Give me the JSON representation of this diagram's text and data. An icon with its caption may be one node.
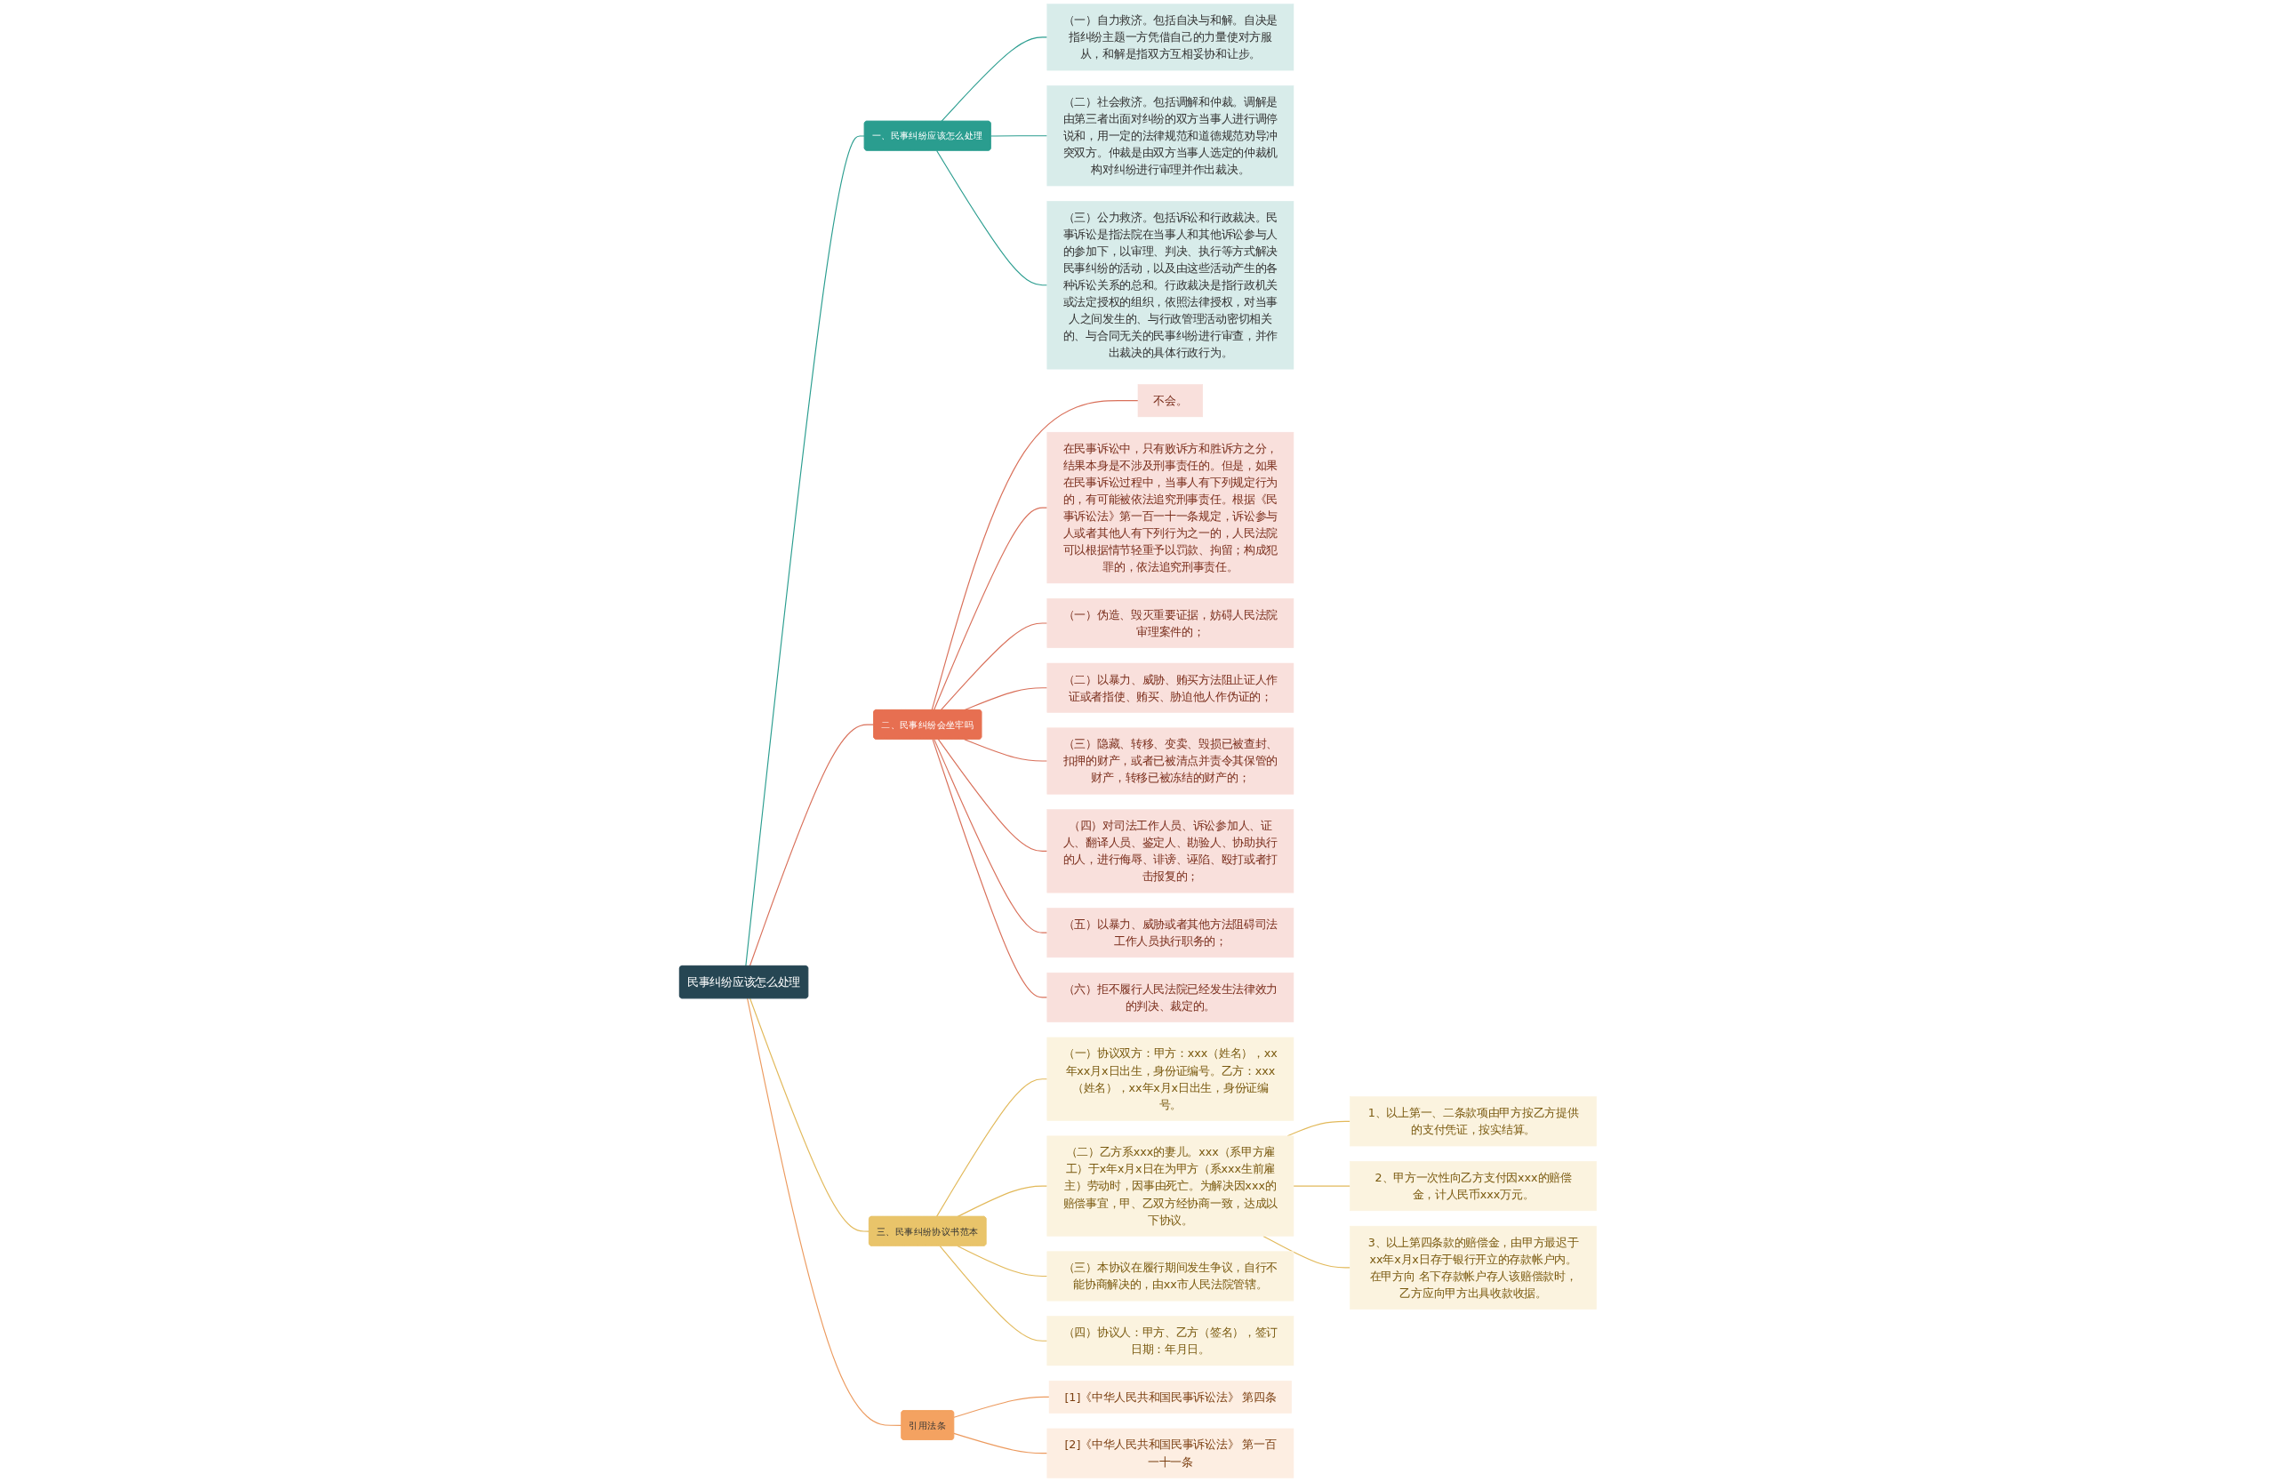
{
  "diagram": {
    "nodes": [
      {
        "text": [
          "民事纠纷应该怎么处理"
        ]
      },
      {
        "text": [
          "一、民事纠纷应该怎么处理"
        ]
      },
      {
        "text": [
          "（一）自力救济。包括自决与和解。自决是指纠纷主题一方凭借自己的力量使对方服从，和解是指双方互相妥协和让步。"
        ]
      },
      {
        "text": [
          "（二）社会救济。包括调解和仲裁。调解是由第三者出面对纠纷的双方当事人进行调停说和，用一定的法律规范和道德规范劝导冲突双方。仲裁是由双方当事人选定的仲裁机构对纠纷进行审理并作出裁决。"
        ]
      },
      {
        "text": [
          "（三）公力救济。包括诉讼和行政裁决。民事诉讼是指法院在当事人和其他诉讼参与人的参加下，以审理、判决、执行等方式解决民事纠纷的活动，以及由这些活动产生的各种诉讼关系的总和。行政裁决是指行政机关或法定授权的组织，依照法律授权，对当事人之间发生的、与行政管理活动密切相关的、与合同无关的民事纠纷进行审查，并作出裁决的具体行政行为。"
        ]
      },
      {
        "text": [
          "二、民事纠纷会坐牢吗"
        ]
      },
      {
        "text": [
          "不会。"
        ]
      },
      {
        "text": [
          "在民事诉讼中，只有败诉方和胜诉方之分，结果本身是不涉及刑事责任的。但是，如果在民事诉讼过程中，当事人有下列规定行为的，有可能被依法追究刑事责任。根据《民事诉讼法》第一百一十一条规定，诉讼参与人或者其他人有下列行为之一的，人民法院可以根据情节轻重予以罚款、拘留；构成犯罪的，依法追究刑事责任。"
        ]
      },
      {
        "text": [
          "（一）伪造、毁灭重要证据，妨碍人民法院审理案件的；"
        ]
      },
      {
        "text": [
          "（二）以暴力、威胁、贿买方法阻止证人作证或者指使、贿买、胁迫他人作伪证的；"
        ]
      },
      {
        "text": [
          "（三）隐藏、转移、变卖、毁损已被查封、扣押的财产，或者已被清点并责令其保管的财产，转移已被冻结的财产的；"
        ]
      },
      {
        "text": [
          "（四）对司法工作人员、诉讼参加人、证人、翻译人员、鉴定人、勘验人、协助执行的人，进行侮辱、诽谤、诬陷、殴打或者打击报复的；"
        ]
      },
      {
        "text": [
          "（五）以暴力、威胁或者其他方法阻碍司法工作人员执行职务的；"
        ]
      },
      {
        "text": [
          "（六）拒不履行人民法院已经发生法律效力的判决、裁定的。"
        ]
      },
      {
        "text": [
          "三、民事纠纷协议书范本"
        ]
      },
      {
        "text": [
          "（一）协议双方：甲方：xxx（姓名），xx年xx月x日出生，身份证编号。乙方：xxx（姓名），xx年x月x日出生，身份证编号。"
        ]
      },
      {
        "text": [
          "（二）乙方系xxx的妻儿。xxx（系甲方雇工）于x年x月x日在为甲方（系xxx生前雇主）劳动时，因事由死亡。为解决因xxx的赔偿事宜，甲、乙双方经协商一致，达成以下协议。"
        ]
      },
      {
        "text": [
          "1、以上第一、二条款项由甲方按乙方提供的支付凭证，按实结算。"
        ]
      },
      {
        "text": [
          "2、甲方一次性向乙方支付因xxx的赔偿金，计人民币xxx万元。"
        ]
      },
      {
        "text": [
          "3、以上第四条款的赔偿金，由甲方最迟于xx年x月x日存于银行开立的存款帐户内。在甲方向 名下存款帐户存人该赔偿款时，乙方应向甲方出具收款收据。"
        ]
      },
      {
        "text": [
          "（三）本协议在履行期间发生争议，自行不能协商解决的，由xx市人民法院管辖。"
        ]
      },
      {
        "text": [
          "（四）协议人：甲方、乙方（签名），签订日期：年月日。"
        ]
      },
      {
        "text": [
          "引用法条"
        ]
      },
      {
        "text": [
          "[1]《中华人民共和国民事诉讼法》 第四条"
        ]
      },
      {
        "text": [
          "[2]《中华人民共和国民事诉讼法》 第一百一十一条"
        ]
      }
    ],
    "edges": [
      {
        "from": 0,
        "to": 1,
        "arrow": "none",
        "color": "#2a9d8f"
      },
      {
        "from": 1,
        "to": 2,
        "arrow": "none",
        "color": "#2a9d8f"
      },
      {
        "from": 1,
        "to": 3,
        "arrow": "none",
        "color": "#2a9d8f"
      },
      {
        "from": 1,
        "to": 4,
        "arrow": "none",
        "color": "#2a9d8f"
      },
      {
        "from": 0,
        "to": 5,
        "arrow": "none"
      },
      {
        "from": 5,
        "to": 6,
        "arrow": "none"
      },
      {
        "from": 5,
        "to": 7,
        "arrow": "none"
      },
      {
        "from": 5,
        "to": 8,
        "arrow": "none"
      },
      {
        "from": 5,
        "to": 9,
        "arrow": "none"
      },
      {
        "from": 5,
        "to": 10,
        "arrow": "none"
      },
      {
        "from": 5,
        "to": 11,
        "arrow": "none"
      },
      {
        "from": 5,
        "to": 12,
        "arrow": "none"
      },
      {
        "from": 5,
        "to": 13,
        "arrow": "none"
      },
      {
        "from": 0,
        "to": 14,
        "arrow": "none",
        "color": "#e2b95a"
      },
      {
        "from": 14,
        "to": 15,
        "arrow": "none",
        "color": "#e2b95a"
      },
      {
        "from": 14,
        "to": 16,
        "arrow": "none",
        "color": "#e2b95a"
      },
      {
        "from": 16,
        "to": 17,
        "arrow": "none",
        "color": "#e2b95a"
      },
      {
        "from": 16,
        "to": 18,
        "arrow": "none",
        "color": "#e2b95a"
      },
      {
        "from": 16,
        "to": 19,
        "arrow": "none",
        "color": "#e2b95a"
      },
      {
        "from": 14,
        "to": 20,
        "arrow": "none",
        "color": "#e2b95a"
      },
      {
        "from": 14,
        "to": 21,
        "arrow": "none",
        "color": "#e2b95a"
      },
      {
        "from": 0,
        "to": 22,
        "arrow": "none",
        "color": "#ec9a5e"
      },
      {
        "from": 22,
        "to": 23,
        "arrow": "none",
        "color": "#ec9a5e"
      },
      {
        "from": 22,
        "to": 24,
        "arrow": "none",
        "color": "#ec9a5e"
      }
    ]
  }
}
